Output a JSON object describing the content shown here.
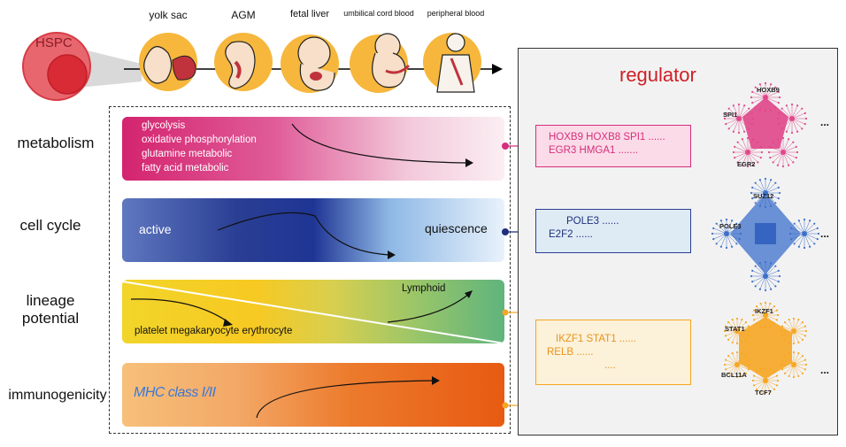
{
  "stages": [
    "yolk sac",
    "AGM",
    "fetal liver",
    "umbilical cord blood",
    "peripheral blood"
  ],
  "hspc_label": "HSPC",
  "rows": {
    "metabolism": {
      "label": "metabolism",
      "items": [
        "glycolysis",
        "oxidative phosphorylation",
        "glutamine metabolic",
        "fatty acid metabolic"
      ]
    },
    "cell_cycle": {
      "label": "cell cycle",
      "left": "active",
      "right": "quiescence"
    },
    "lineage": {
      "label_line1": "lineage",
      "label_line2": "potential",
      "top": "Lymphoid",
      "bottom": "platelet megakaryocyte erythrocyte"
    },
    "immunogenicity": {
      "label": "immunogenicity",
      "text": "MHC class I/II"
    }
  },
  "regulator": {
    "title": "regulator",
    "metabolism_line1": "HOXB9 HOXB8 SPI1 ......",
    "metabolism_line2": "EGR3 HMGA1 .......",
    "cellcycle_line1": "POLE3 ......",
    "cellcycle_line2": "E2F2 ......",
    "lineage_line1": "IKZF1 STAT1 ......",
    "lineage_line2": "RELB ......",
    "lineage_line3": "....",
    "networks": {
      "pink": [
        "HOXB9",
        "SPI1",
        "EGR2"
      ],
      "blue": [
        "SUZ12",
        "POLE3"
      ],
      "orange": [
        "IKZF1",
        "STAT1",
        "BCL11A",
        "TCF7"
      ],
      "more": "..."
    }
  },
  "colors": {
    "metabolism": "#d62e7d",
    "cell_cycle": "#2a3e93",
    "lineage_yellow": "#f4c51e",
    "lineage_green": "#5fb47d",
    "immunogenicity": "#e85a12",
    "regulator_title": "#cf1f25",
    "orange_accent": "#f6a623"
  }
}
